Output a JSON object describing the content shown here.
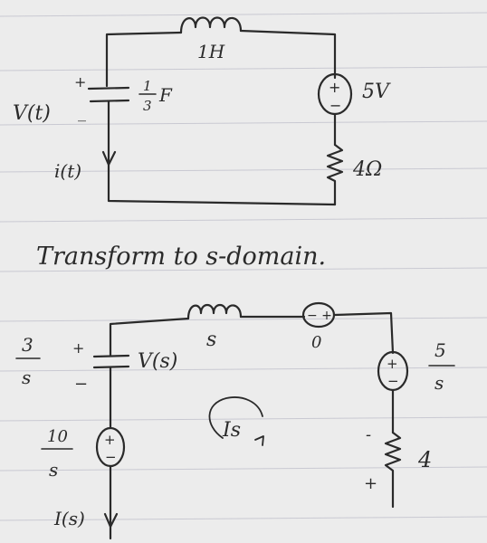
{
  "top_circuit": {
    "inductor_label": "1H",
    "capacitor_value": {
      "numerator": "1",
      "denominator": "3",
      "unit": "F"
    },
    "capacitor_voltage_label": "V(t)",
    "capacitor_plus": "+",
    "capacitor_minus": "_",
    "current_label": "i(t)",
    "source_label": "5V",
    "source_plus": "+",
    "source_minus": "−",
    "resistor_label": "4Ω"
  },
  "caption": "Transform to s-domain.",
  "bottom_circuit": {
    "inductor_label": "s",
    "source_top_label": "0",
    "source_top_polarity": "− +",
    "capacitor_value": {
      "numerator": "3",
      "denominator": "s"
    },
    "capacitor_voltage_label": "V(s)",
    "capacitor_plus": "+",
    "capacitor_minus": "−",
    "source_right_value": {
      "numerator": "5",
      "denominator": "s"
    },
    "source_left_value": {
      "numerator": "10",
      "denominator": "s"
    },
    "plus_sign": "+",
    "minus_sign": "−",
    "resistor_label": "4",
    "resistor_minus": "-",
    "resistor_plus": "+",
    "loop_current_label": "Is",
    "branch_current_label": "I(s)"
  }
}
